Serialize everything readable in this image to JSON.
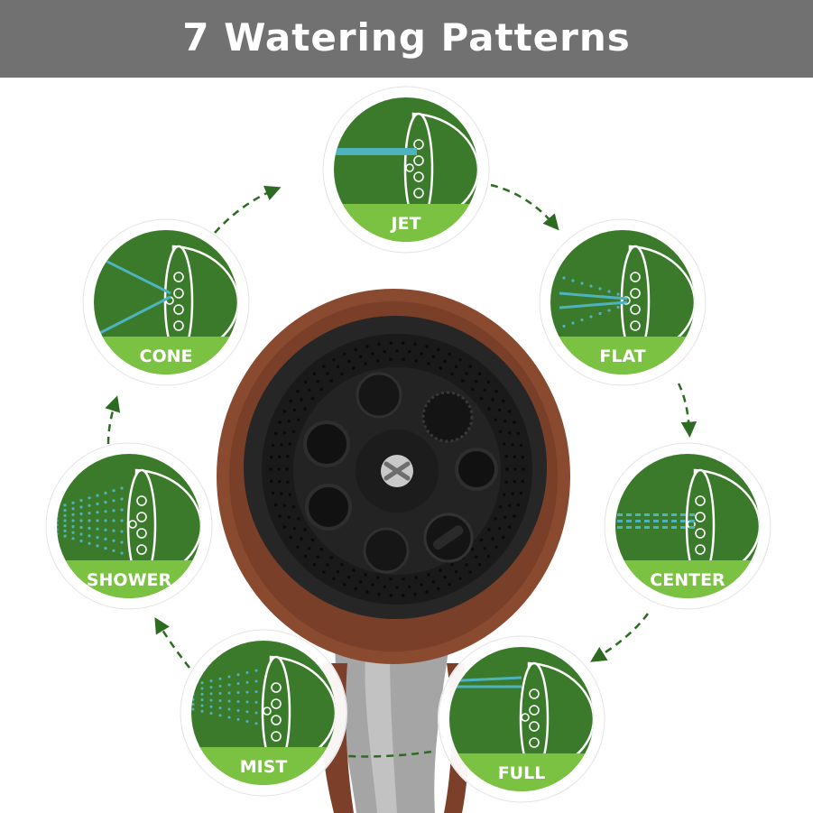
{
  "title": "7 Watering Patterns",
  "colors": {
    "banner": "#717171",
    "circle_green": "#3a7a2a",
    "label_band": "#7cc242",
    "water_line": "#4fb3bf",
    "nozzle_brown": "#8a4a30",
    "nozzle_face": "#1e1e1e",
    "handle_silver": "#a9a9a9"
  },
  "patterns": [
    {
      "name": "JET",
      "spray": "jet"
    },
    {
      "name": "FLAT",
      "spray": "flat"
    },
    {
      "name": "CENTER",
      "spray": "center"
    },
    {
      "name": "FULL",
      "spray": "full"
    },
    {
      "name": "MIST",
      "spray": "mist"
    },
    {
      "name": "SHOWER",
      "spray": "shower"
    },
    {
      "name": "CONE",
      "spray": "cone"
    }
  ],
  "icons": {
    "nozzle": "hose-nozzle-icon",
    "arrow": "dashed-arrow-icon"
  }
}
